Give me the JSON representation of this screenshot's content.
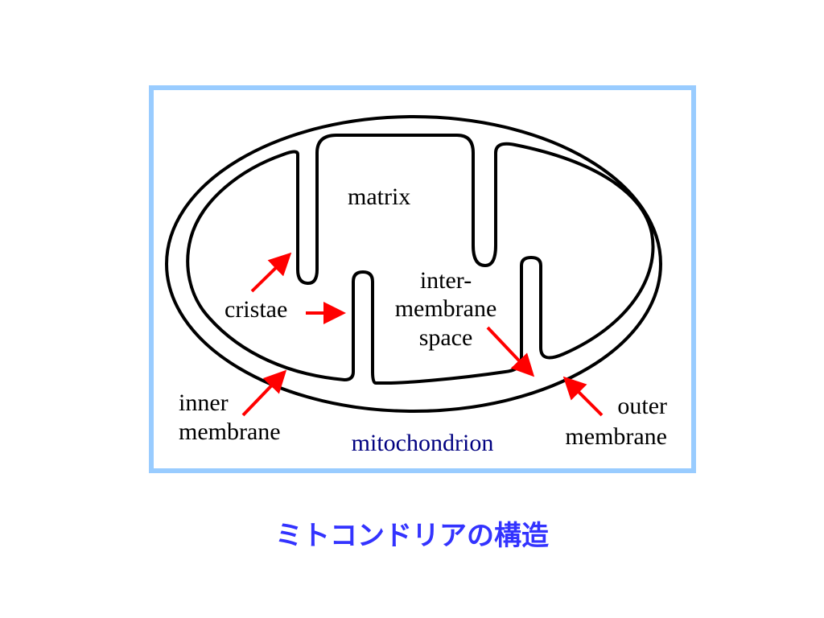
{
  "diagram": {
    "labels": {
      "matrix": "matrix",
      "intermembrane_line1": "inter-",
      "intermembrane_line2": "membrane",
      "intermembrane_line3": "space",
      "cristae": "cristae",
      "inner_line1": "inner",
      "inner_line2": "membrane",
      "outer_line1": "outer",
      "outer_line2": "membrane",
      "organelle": "mitochondrion"
    },
    "colors": {
      "frame_border": "#99ccff",
      "membrane_stroke": "#000000",
      "arrow": "#ff0000",
      "organelle_label": "#000080",
      "caption": "#3333ff"
    }
  },
  "caption": "ミトコンドリアの構造"
}
